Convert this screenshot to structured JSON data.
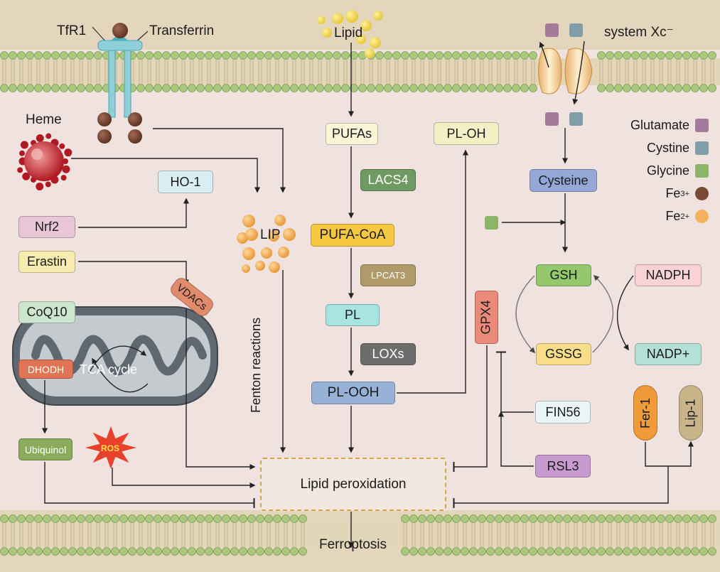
{
  "receptor": {
    "tfr1": "TfR1",
    "transferrin": "Transferrin"
  },
  "lipid": "Lipid",
  "system_xc": "system Xc⁻",
  "heme": "Heme",
  "lip": "LIP",
  "fenton": "Fenton reactions",
  "tca": "TCA cycle",
  "ros": "ROS",
  "boxes": {
    "ho1": "HO-1",
    "nrf2": "Nrf2",
    "erastin": "Erastin",
    "coq10": "CoQ10",
    "dhodh": "DHODH",
    "ubiquinol": "Ubiquinol",
    "vdacs": "VDACs",
    "pufas": "PUFAs",
    "lacs4": "LACS4",
    "pufa_coa": "PUFA-CoA",
    "lpcat3": "LPCAT3",
    "pl": "PL",
    "loxs": "LOXs",
    "pl_ooh": "PL-OOH",
    "pl_oh": "PL-OH",
    "cysteine": "Cysteine",
    "gsh": "GSH",
    "gssg": "GSSG",
    "nadph": "NADPH",
    "nadp": "NADP+",
    "gpx4": "GPX4",
    "fin56": "FIN56",
    "rsl3": "RSL3",
    "fer1": "Fer-1",
    "lip1": "Lip-1",
    "lipid_perox": "Lipid peroxidation"
  },
  "ferroptosis": "Ferroptosis",
  "legend": [
    {
      "label": "Glutamate",
      "color": "#a47a9a",
      "shape": "square"
    },
    {
      "label": "Cystine",
      "color": "#7f9ea7",
      "shape": "square"
    },
    {
      "label": "Glycine",
      "color": "#8db568",
      "shape": "square"
    },
    {
      "label": "Fe",
      "sup": "3+",
      "color": "#7a4a36",
      "shape": "circle"
    },
    {
      "label": "Fe",
      "sup": "2+",
      "color": "#f2b25e",
      "shape": "circle"
    }
  ],
  "colors": {
    "background": "#efe2df",
    "membrane_band": "#e3d6b8",
    "membrane_head": "#a9c87c",
    "fe3": "#7a4a36",
    "fe2": "#f2b25e",
    "heme": "#c4262e",
    "mito": "#5f6770",
    "vdacs": "#e28a6c"
  }
}
